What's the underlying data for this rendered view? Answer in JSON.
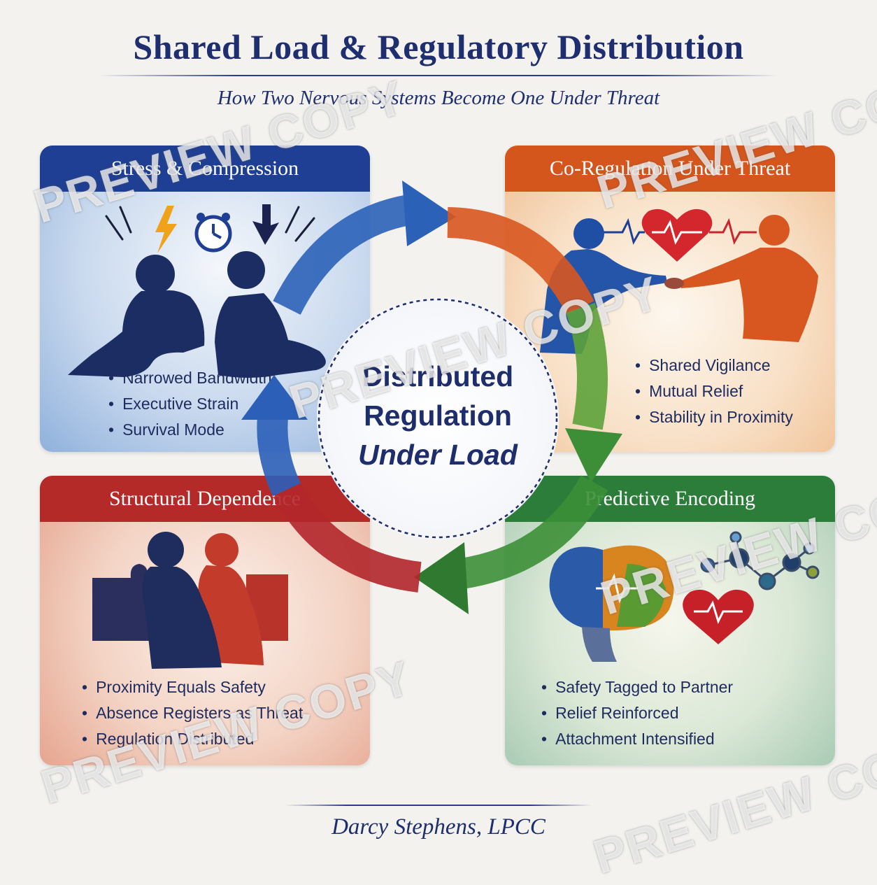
{
  "header": {
    "title": "Shared Load & Regulatory Distribution",
    "subtitle": "How Two Nervous Systems Become One Under Threat"
  },
  "center": {
    "line1": "Distributed",
    "line2": "Regulation",
    "line3": "Under Load"
  },
  "panels": [
    {
      "heading": "Stress & Compression",
      "color": "#1e3f93",
      "icons": [
        "two-figures-back-to-back",
        "lightning-bolt-icon",
        "alarm-clock-icon",
        "down-arrow-icon"
      ],
      "bullets": [
        "Narrowed Bandwidth",
        "Executive Strain",
        "Survival Mode"
      ]
    },
    {
      "heading": "Co-Regulation Under Threat",
      "color": "#d4561d",
      "icons": [
        "two-figures-holding-hands",
        "heart-icon",
        "heartbeat-line"
      ],
      "bullets": [
        "Shared Vigilance",
        "Mutual Relief",
        "Stability in Proximity"
      ]
    },
    {
      "heading": "Structural Dependence",
      "color": "#b32a29",
      "icons": [
        "two-figures-seated",
        "puzzle-piece-icon"
      ],
      "bullets": [
        "Proximity Equals Safety",
        "Absence Registers as Threat",
        "Regulation Distributed"
      ]
    },
    {
      "heading": "Predictive Encoding",
      "color": "#2c7d3a",
      "icons": [
        "brain-icon",
        "heart-icon",
        "molecule-icon"
      ],
      "bullets": [
        "Safety Tagged to Partner",
        "Relief Reinforced",
        "Attachment Intensified"
      ]
    }
  ],
  "cycle_colors": [
    "#2b62b8",
    "#d8571f",
    "#3c8f37",
    "#b3262a"
  ],
  "footer": {
    "author": "Darcy Stephens, LPCC"
  },
  "watermark": "PREVIEW COPY"
}
